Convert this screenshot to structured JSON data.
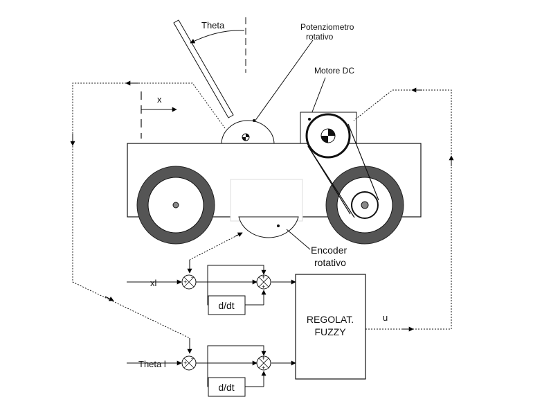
{
  "labels": {
    "theta": "Theta",
    "potenziometro_line1": "Potenziometro",
    "potenziometro_line2": "rotativo",
    "motore": "Motore DC",
    "x": "x",
    "encoder_line1": "Encoder",
    "encoder_line2": "rotativo",
    "xl": "xl",
    "theta_l": "Theta l",
    "u": "u"
  },
  "blocks": {
    "derivative_top": "d/dt",
    "derivative_bottom": "d/dt",
    "regolatore_line1": "REGOLAT.",
    "regolatore_line2": "FUZZY"
  },
  "signs": {
    "sum1": [
      "+",
      "-"
    ],
    "sum2": [
      "+",
      "+"
    ],
    "sum3": [
      "+",
      "-"
    ],
    "sum4": [
      "+",
      "+"
    ]
  },
  "colors": {
    "line": "#111111",
    "wheel": "#555555",
    "arrow": "#000000"
  }
}
